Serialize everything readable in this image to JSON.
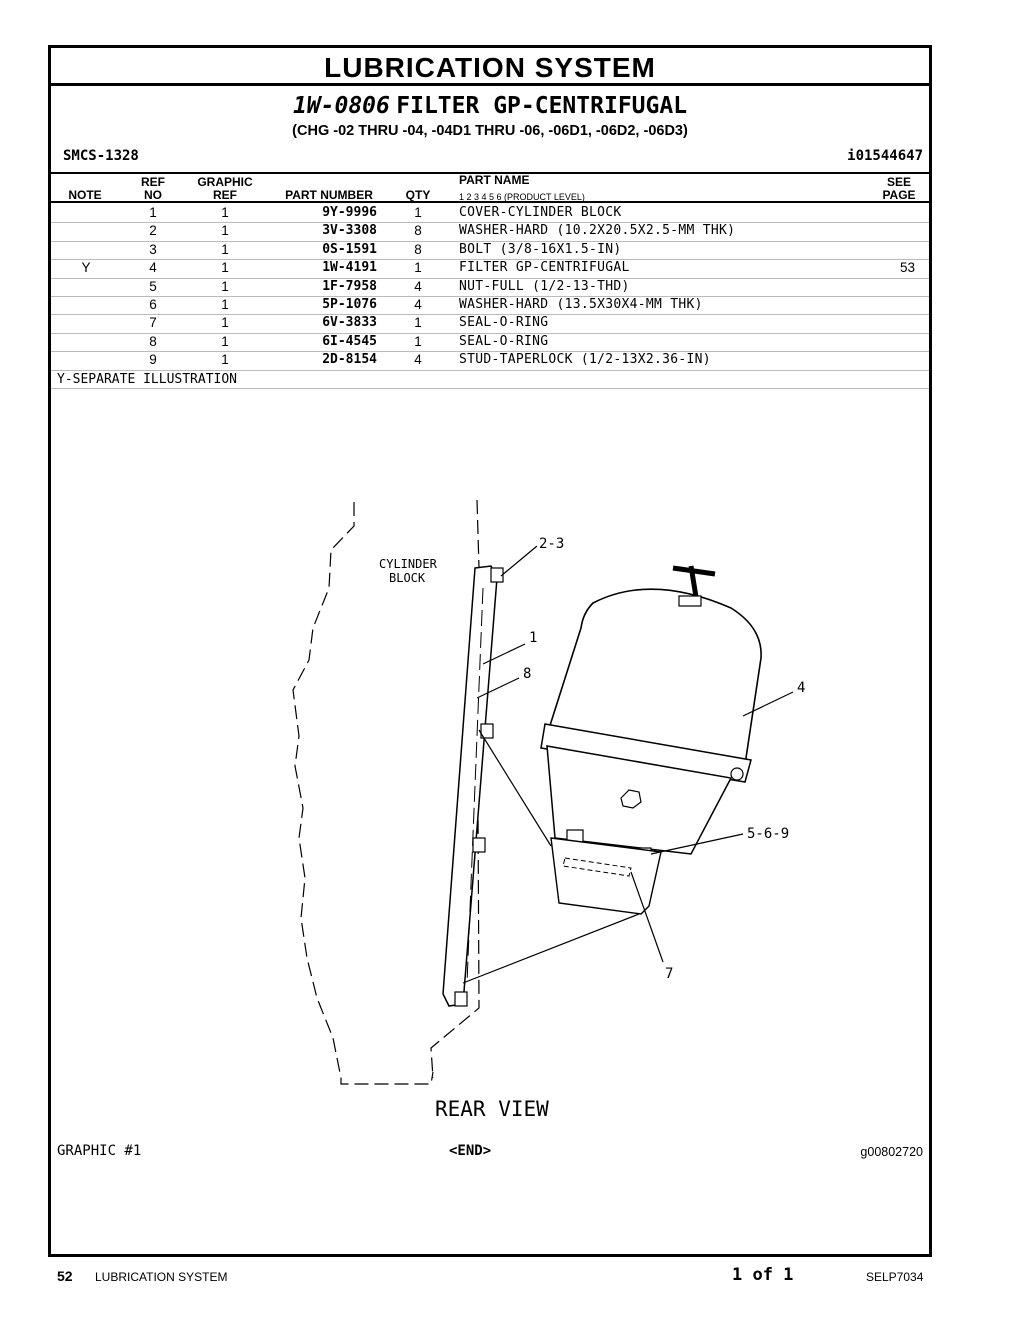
{
  "header": {
    "title": "LUBRICATION SYSTEM",
    "part_number": "1W-0806",
    "part_name": "FILTER GP-CENTRIFUGAL",
    "change_note": "(CHG -02 THRU -04, -04D1 THRU -06, -06D1, -06D2, -06D3)",
    "smcs": "SMCS-1328",
    "info_id": "i01544647"
  },
  "table": {
    "columns": {
      "note": "NOTE",
      "ref_top": "REF",
      "ref_bottom": "NO",
      "graphic_top": "GRAPHIC",
      "graphic_bottom": "REF",
      "part_number": "PART NUMBER",
      "qty": "QTY",
      "part_name": "PART NAME",
      "product_levels": "1   2   3   4   5   6   (PRODUCT LEVEL)",
      "see_top": "SEE",
      "see_bottom": "PAGE"
    },
    "rows": [
      {
        "note": "",
        "ref": "1",
        "gref": "1",
        "pn": "9Y-9996",
        "qty": "1",
        "name": "COVER-CYLINDER BLOCK",
        "see": ""
      },
      {
        "note": "",
        "ref": "2",
        "gref": "1",
        "pn": "3V-3308",
        "qty": "8",
        "name": "WASHER-HARD (10.2X20.5X2.5-MM THK)",
        "see": ""
      },
      {
        "note": "",
        "ref": "3",
        "gref": "1",
        "pn": "0S-1591",
        "qty": "8",
        "name": "BOLT (3/8-16X1.5-IN)",
        "see": ""
      },
      {
        "note": "Y",
        "ref": "4",
        "gref": "1",
        "pn": "1W-4191",
        "qty": "1",
        "name": "FILTER GP-CENTRIFUGAL",
        "see": "53"
      },
      {
        "note": "",
        "ref": "5",
        "gref": "1",
        "pn": "1F-7958",
        "qty": "4",
        "name": "NUT-FULL (1/2-13-THD)",
        "see": ""
      },
      {
        "note": "",
        "ref": "6",
        "gref": "1",
        "pn": "5P-1076",
        "qty": "4",
        "name": "WASHER-HARD (13.5X30X4-MM THK)",
        "see": ""
      },
      {
        "note": "",
        "ref": "7",
        "gref": "1",
        "pn": "6V-3833",
        "qty": "1",
        "name": "SEAL-O-RING",
        "see": ""
      },
      {
        "note": "",
        "ref": "8",
        "gref": "1",
        "pn": "6I-4545",
        "qty": "1",
        "name": "SEAL-O-RING",
        "see": ""
      },
      {
        "note": "",
        "ref": "9",
        "gref": "1",
        "pn": "2D-8154",
        "qty": "4",
        "name": "STUD-TAPERLOCK (1/2-13X2.36-IN)",
        "see": ""
      }
    ],
    "footnote": "Y-SEPARATE ILLUSTRATION"
  },
  "illustration": {
    "label_block_1": "CYLINDER",
    "label_block_2": "BLOCK",
    "callout_23": "2-3",
    "callout_1": "1",
    "callout_8": "8",
    "callout_4": "4",
    "callout_569": "5-6-9",
    "callout_7": "7",
    "view_label": "REAR VIEW"
  },
  "graphic": {
    "label": "GRAPHIC #1",
    "end": "<END>",
    "id": "g00802720"
  },
  "footer": {
    "page": "52",
    "section": "LUBRICATION SYSTEM",
    "page_of": "1 of 1",
    "doc": "SELP7034"
  }
}
